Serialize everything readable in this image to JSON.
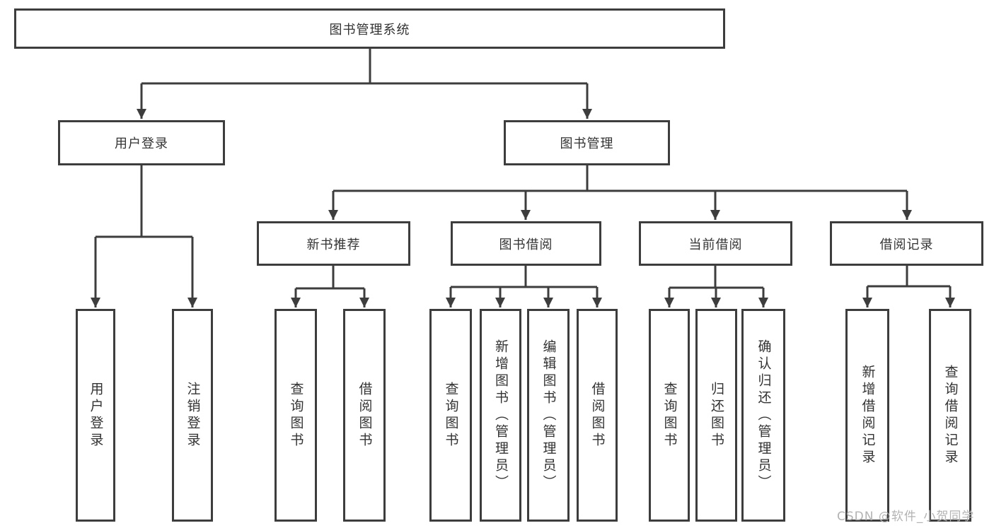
{
  "colors": {
    "line": "#3d3d3d",
    "box-border": "#3d3d3d",
    "box-bg": "#ffffff",
    "text": "#333333",
    "watermark": "#b3b3b3",
    "background": "#ffffff"
  },
  "tree": {
    "label": "图书管理系统",
    "children": [
      {
        "label": "用户登录",
        "children": [
          {
            "label": "用户登录"
          },
          {
            "label": "注销登录"
          }
        ]
      },
      {
        "label": "图书管理",
        "children": [
          {
            "label": "新书推荐",
            "children": [
              {
                "label": "查询图书"
              },
              {
                "label": "借阅图书"
              }
            ]
          },
          {
            "label": "图书借阅",
            "children": [
              {
                "label": "查询图书"
              },
              {
                "label": "新增图书（管理员）"
              },
              {
                "label": "编辑图书（管理员）"
              },
              {
                "label": "借阅图书"
              }
            ]
          },
          {
            "label": "当前借阅",
            "children": [
              {
                "label": "查询图书"
              },
              {
                "label": "归还图书"
              },
              {
                "label": "确认归还（管理员）"
              }
            ]
          },
          {
            "label": "借阅记录",
            "children": [
              {
                "label": "新增借阅记录"
              },
              {
                "label": "查询借阅记录"
              }
            ]
          }
        ]
      }
    ]
  },
  "watermark": {
    "text": "CSDN @软件_小贺同学"
  }
}
